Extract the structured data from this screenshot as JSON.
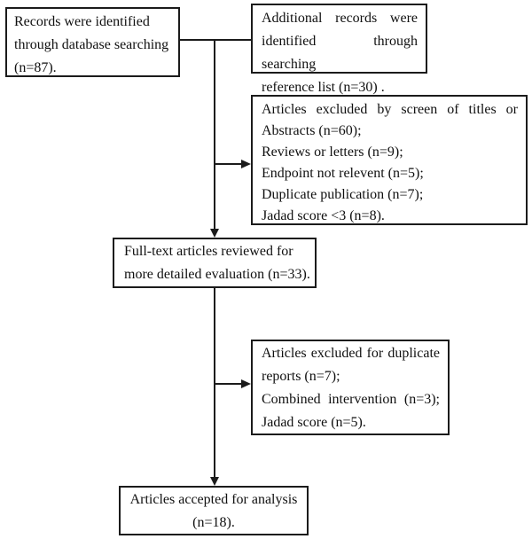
{
  "figure": {
    "type": "article-selection-flow-diagram",
    "colors": {
      "border": "#1b1b1b",
      "connector": "#1b1b1b",
      "text": "#101010",
      "background": "#ffffff"
    },
    "boxes": {
      "records": {
        "lines": [
          "Records were identified",
          "through database searching",
          "(n=87)."
        ]
      },
      "additional": {
        "lines": [
          "Additional records were",
          "identified through searching",
          "reference list (n=30) ."
        ]
      },
      "excluded_screen": {
        "lines": [
          "Articles excluded by screen of titles or",
          "Abstracts (n=60);",
          "Reviews or letters (n=9);",
          "Endpoint not relevent (n=5);",
          "Duplicate publication (n=7);",
          "Jadad score <3 (n=8)."
        ]
      },
      "fulltext": {
        "lines": [
          "Full-text articles reviewed for",
          "more detailed evaluation (n=33)."
        ]
      },
      "excluded_fulltext": {
        "lines": [
          "Articles excluded for duplicate",
          "reports (n=7);",
          "Combined intervention (n=3);",
          "Jadad score (n=5)."
        ]
      },
      "accepted": {
        "lines": [
          "Articles accepted for analysis",
          "(n=18)."
        ]
      }
    }
  }
}
